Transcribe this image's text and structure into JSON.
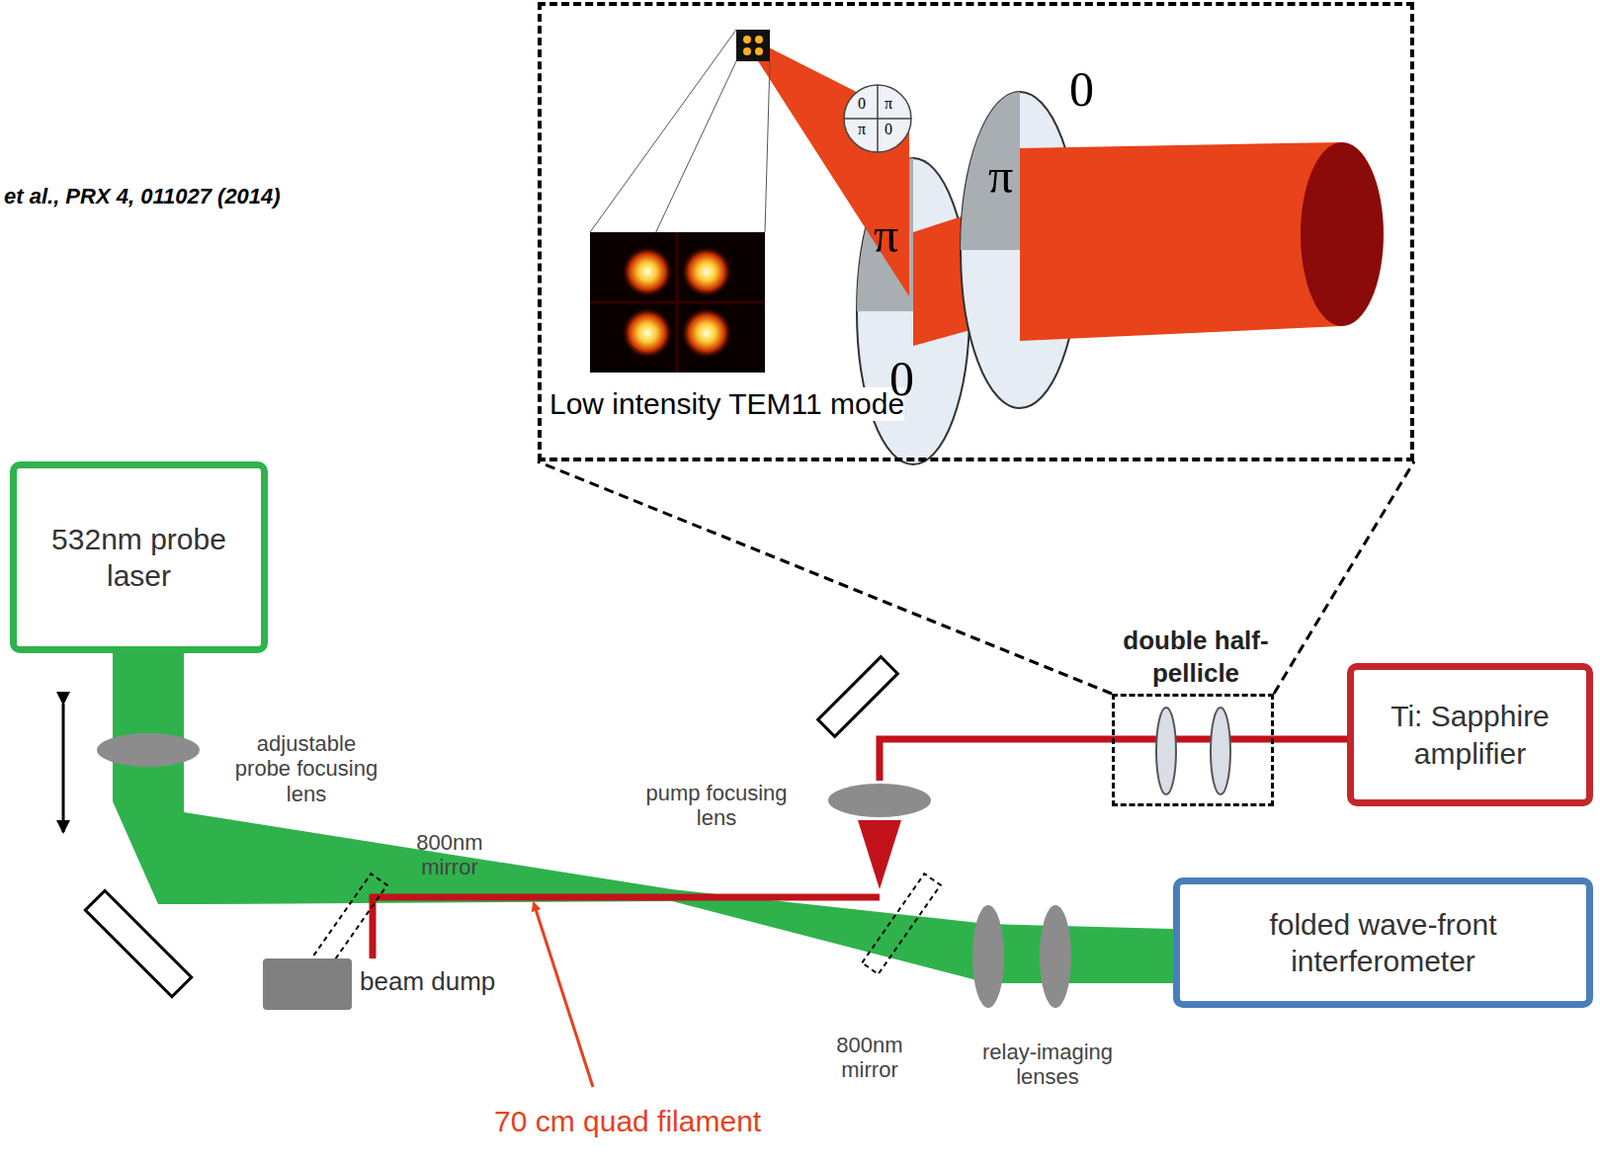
{
  "diagram": {
    "nodes": [
      {
        "text": [
          "Low intensity TEM11 mode"
        ]
      },
      {
        "text": [
          "532nm probe laser"
        ]
      },
      {
        "text": [
          "double half-pellicle"
        ]
      },
      {
        "text": [
          "Ti: Sapphire amplifier"
        ]
      },
      {
        "text": [
          "folded wave-front interferometer"
        ]
      },
      {
        "text": [
          "beam dump"
        ]
      }
    ],
    "edges": [
      {
        "from": 2,
        "to": 0,
        "arrow": "none"
      },
      {
        "from": 2,
        "to": 0,
        "arrow": "none"
      }
    ],
    "labels": [
      "et al., PRX 4, 011027 (2014)",
      "0",
      "π",
      "π",
      "0",
      "π",
      "0",
      "π",
      "0",
      "adjustable probe focusing lens",
      "800nm mirror",
      "pump focusing lens",
      "800nm mirror",
      "relay-imaging lenses",
      "70 cm quad filament"
    ]
  }
}
